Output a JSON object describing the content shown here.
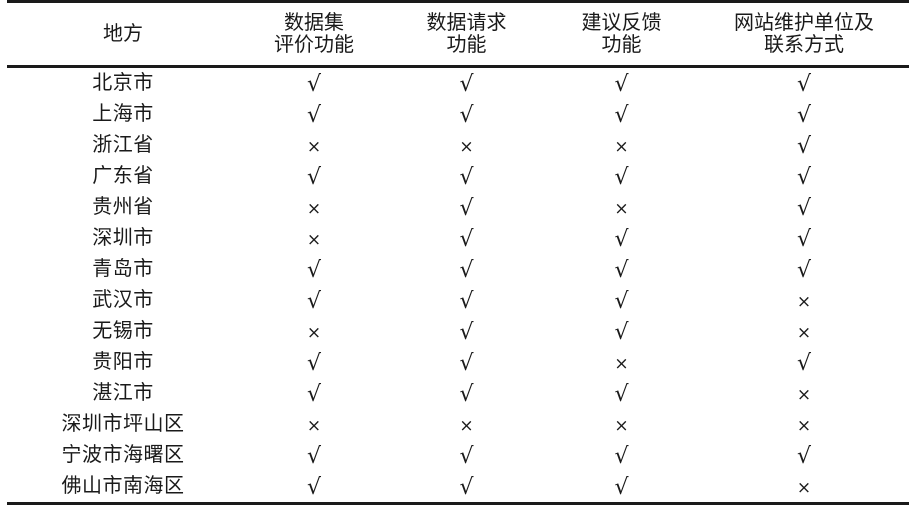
{
  "table": {
    "columns": [
      {
        "key": "place",
        "lines": [
          "地方"
        ],
        "name": "column-place"
      },
      {
        "key": "dataset_eval",
        "lines": [
          "数据集",
          "评价功能"
        ],
        "name": "column-dataset-evaluation"
      },
      {
        "key": "data_request",
        "lines": [
          "数据请求",
          "功能"
        ],
        "name": "column-data-request"
      },
      {
        "key": "feedback",
        "lines": [
          "建议反馈",
          "功能"
        ],
        "name": "column-suggestion-feedback"
      },
      {
        "key": "maintainer",
        "lines": [
          "网站维护单位及",
          "联系方式"
        ],
        "name": "column-site-maintainer-contact"
      }
    ],
    "marks": {
      "yes": "√",
      "no": "×"
    },
    "rows": [
      {
        "place": "北京市",
        "dataset_eval": "√",
        "data_request": "√",
        "feedback": "√",
        "maintainer": "√"
      },
      {
        "place": "上海市",
        "dataset_eval": "√",
        "data_request": "√",
        "feedback": "√",
        "maintainer": "√"
      },
      {
        "place": "浙江省",
        "dataset_eval": "×",
        "data_request": "×",
        "feedback": "×",
        "maintainer": "√"
      },
      {
        "place": "广东省",
        "dataset_eval": "√",
        "data_request": "√",
        "feedback": "√",
        "maintainer": "√"
      },
      {
        "place": "贵州省",
        "dataset_eval": "×",
        "data_request": "√",
        "feedback": "×",
        "maintainer": "√"
      },
      {
        "place": "深圳市",
        "dataset_eval": "×",
        "data_request": "√",
        "feedback": "√",
        "maintainer": "√"
      },
      {
        "place": "青岛市",
        "dataset_eval": "√",
        "data_request": "√",
        "feedback": "√",
        "maintainer": "√"
      },
      {
        "place": "武汉市",
        "dataset_eval": "√",
        "data_request": "√",
        "feedback": "√",
        "maintainer": "×"
      },
      {
        "place": "无锡市",
        "dataset_eval": "×",
        "data_request": "√",
        "feedback": "√",
        "maintainer": "×"
      },
      {
        "place": "贵阳市",
        "dataset_eval": "√",
        "data_request": "√",
        "feedback": "×",
        "maintainer": "√"
      },
      {
        "place": "湛江市",
        "dataset_eval": "√",
        "data_request": "√",
        "feedback": "√",
        "maintainer": "×"
      },
      {
        "place": "深圳市坪山区",
        "dataset_eval": "×",
        "data_request": "×",
        "feedback": "×",
        "maintainer": "×"
      },
      {
        "place": "宁波市海曙区",
        "dataset_eval": "√",
        "data_request": "√",
        "feedback": "√",
        "maintainer": "√"
      },
      {
        "place": "佛山市南海区",
        "dataset_eval": "√",
        "data_request": "√",
        "feedback": "√",
        "maintainer": "×"
      }
    ]
  },
  "colors": {
    "rule": "#1a1a1a",
    "text": "#1a1a1a",
    "background": "#ffffff"
  }
}
